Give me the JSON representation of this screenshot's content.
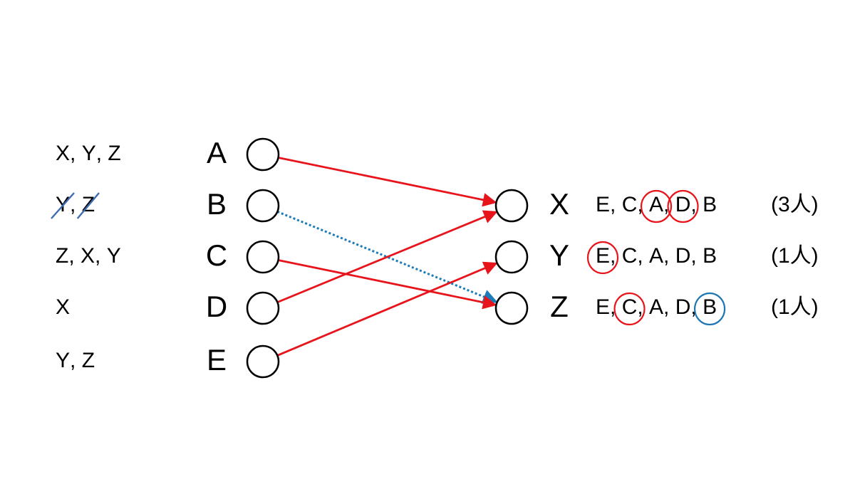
{
  "colors": {
    "ink": "#000000",
    "match": "#e8141b",
    "dotted": "#1c7bb8",
    "strike": "#3e6cb0",
    "highlight_blue": "#1f77b4"
  },
  "left_people": [
    {
      "name": "A",
      "prefs": [
        {
          "t": "X"
        },
        {
          "t": ", "
        },
        {
          "t": "Y"
        },
        {
          "t": ", "
        },
        {
          "t": "Z"
        }
      ]
    },
    {
      "name": "B",
      "prefs": [
        {
          "t": "Y",
          "struck": true
        },
        {
          "t": ", "
        },
        {
          "t": "Z",
          "struck": true
        }
      ]
    },
    {
      "name": "C",
      "prefs": [
        {
          "t": "Z"
        },
        {
          "t": ", "
        },
        {
          "t": "X"
        },
        {
          "t": ", "
        },
        {
          "t": "Y"
        }
      ]
    },
    {
      "name": "D",
      "prefs": [
        {
          "t": "X"
        }
      ]
    },
    {
      "name": "E",
      "prefs": [
        {
          "t": "Y"
        },
        {
          "t": ", "
        },
        {
          "t": "Z"
        }
      ]
    }
  ],
  "right_items": [
    {
      "name": "X",
      "ranking": [
        {
          "t": "E"
        },
        {
          "t": ", "
        },
        {
          "t": "C"
        },
        {
          "t": ", "
        },
        {
          "t": "A",
          "circle": "red"
        },
        {
          "t": ", "
        },
        {
          "t": "D",
          "circle": "red"
        },
        {
          "t": ", "
        },
        {
          "t": "B"
        }
      ],
      "capacity": "(3人)"
    },
    {
      "name": "Y",
      "ranking": [
        {
          "t": "E",
          "circle": "red"
        },
        {
          "t": ", "
        },
        {
          "t": "C"
        },
        {
          "t": ", "
        },
        {
          "t": "A"
        },
        {
          "t": ", "
        },
        {
          "t": "D"
        },
        {
          "t": ", "
        },
        {
          "t": "B"
        }
      ],
      "capacity": "(1人)"
    },
    {
      "name": "Z",
      "ranking": [
        {
          "t": "E"
        },
        {
          "t": ", "
        },
        {
          "t": "C",
          "circle": "red"
        },
        {
          "t": ", "
        },
        {
          "t": "A"
        },
        {
          "t": ", "
        },
        {
          "t": "D"
        },
        {
          "t": ", "
        },
        {
          "t": "B",
          "circle": "blue"
        }
      ],
      "capacity": "(1人)"
    }
  ],
  "edges": [
    {
      "from": "A",
      "to": "X",
      "style": "solid"
    },
    {
      "from": "B",
      "to": "Z",
      "style": "dotted"
    },
    {
      "from": "C",
      "to": "Z",
      "style": "solid"
    },
    {
      "from": "D",
      "to": "X",
      "style": "solid"
    },
    {
      "from": "E",
      "to": "Y",
      "style": "solid"
    }
  ]
}
